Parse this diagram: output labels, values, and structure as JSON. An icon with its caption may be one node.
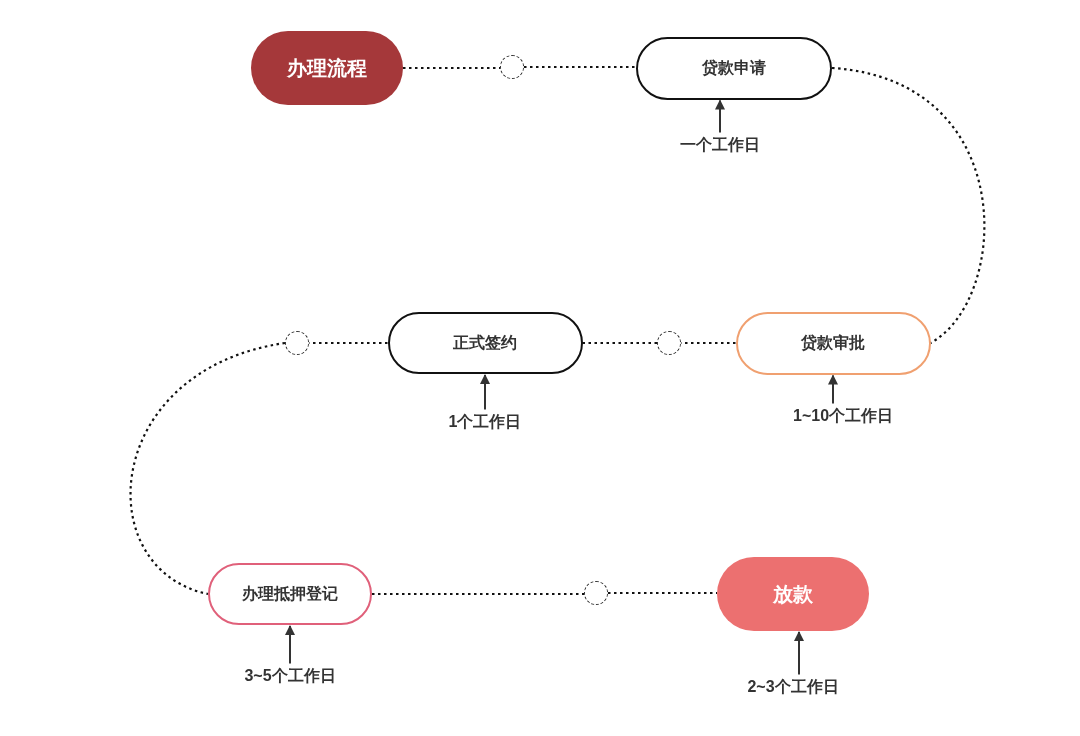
{
  "diagram": {
    "nodes": [
      {
        "text": [
          "办理流程"
        ]
      },
      {
        "text": [],
        "shape": "circle"
      },
      {
        "text": [
          "贷款申请"
        ]
      },
      {
        "text": [
          "一个工作日"
        ]
      },
      {
        "text": [],
        "shape": "circle"
      },
      {
        "text": [
          "正式签约"
        ]
      },
      {
        "text": [],
        "shape": "circle"
      },
      {
        "text": [
          "贷款审批"
        ]
      },
      {
        "text": [
          "1个工作日"
        ]
      },
      {
        "text": [
          "1~10个工作日"
        ]
      },
      {
        "text": [
          "办理抵押登记"
        ]
      },
      {
        "text": [],
        "shape": "circle"
      },
      {
        "text": [
          "放款"
        ]
      },
      {
        "text": [
          "3~5个工作日"
        ]
      },
      {
        "text": [
          "2~3个工作日"
        ]
      }
    ],
    "edges": [
      {
        "from": 0,
        "to": 1,
        "arrow": "none",
        "style": "dashed"
      },
      {
        "from": 1,
        "to": 2,
        "arrow": "none",
        "style": "dashed"
      },
      {
        "from": 2,
        "to": 7,
        "arrow": "none",
        "style": "dashed"
      },
      {
        "from": 7,
        "to": 6,
        "arrow": "none",
        "style": "dashed"
      },
      {
        "from": 6,
        "to": 5,
        "arrow": "none",
        "style": "dashed"
      },
      {
        "from": 5,
        "to": 4,
        "arrow": "none",
        "style": "dashed"
      },
      {
        "from": 4,
        "to": 10,
        "arrow": "none",
        "style": "dashed"
      },
      {
        "from": 10,
        "to": 11,
        "arrow": "none",
        "style": "dashed"
      },
      {
        "from": 11,
        "to": 12,
        "arrow": "none",
        "style": "dashed"
      },
      {
        "from": 3,
        "to": 2,
        "arrow": "to"
      },
      {
        "from": 8,
        "to": 5,
        "arrow": "to"
      },
      {
        "from": 9,
        "to": 7,
        "arrow": "to"
      },
      {
        "from": 13,
        "to": 10,
        "arrow": "to"
      },
      {
        "from": 14,
        "to": 12,
        "arrow": "to"
      }
    ]
  }
}
